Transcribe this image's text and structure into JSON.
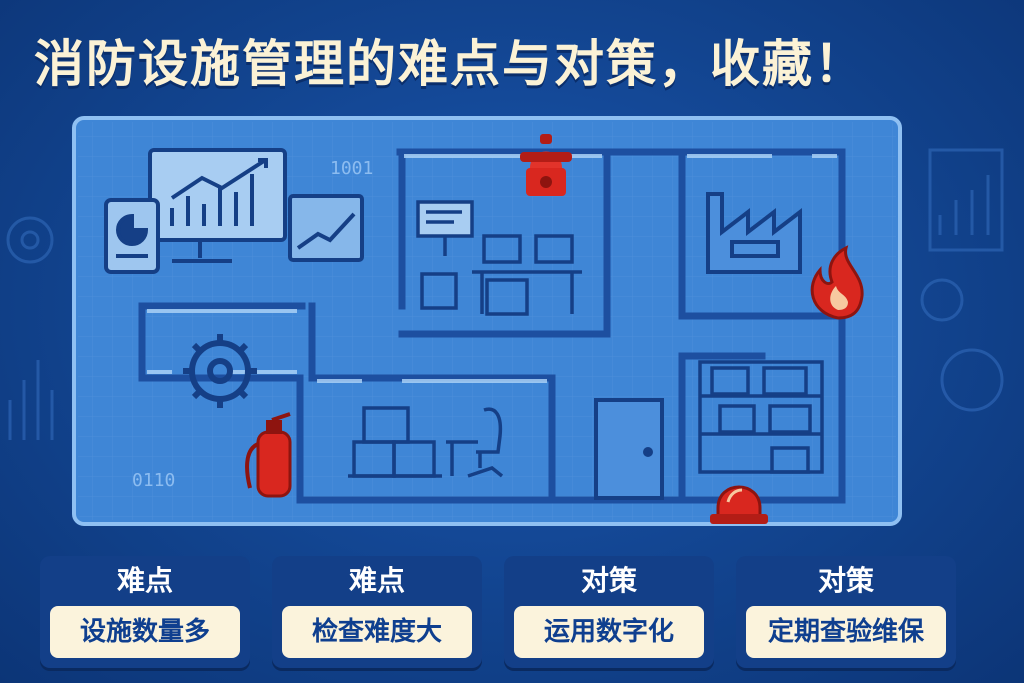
{
  "title": "消防设施管理的难点与对策，收藏！",
  "binary_labels": [
    "1001",
    "0110"
  ],
  "cards": [
    {
      "heading": "难点",
      "text": "设施数量多"
    },
    {
      "heading": "难点",
      "text": "检查难度大"
    },
    {
      "heading": "对策",
      "text": "运用数字化"
    },
    {
      "heading": "对策",
      "text": "定期查验维保"
    }
  ],
  "colors": {
    "background": "#12448f",
    "plan": "#3f86d6",
    "accent_red": "#d9271f",
    "card_text_bg": "#fbf3dc"
  },
  "icons": [
    "monitor-chart-icon",
    "pie-tablet-icon",
    "gear-icon",
    "fire-hydrant-icon",
    "flame-icon",
    "fire-extinguisher-icon",
    "alarm-light-icon",
    "factory-icon",
    "office-desk-icon",
    "shelf-icon",
    "door-icon",
    "chair-icon"
  ]
}
